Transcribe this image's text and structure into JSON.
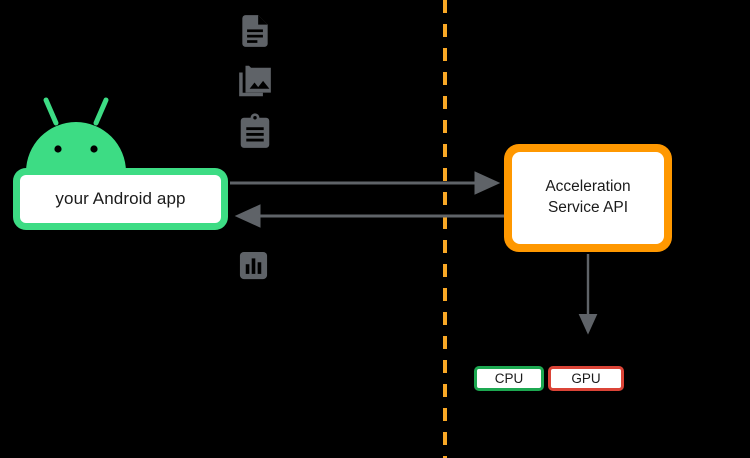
{
  "diagram": {
    "title": "Android app to Acceleration Service API flow",
    "colors": {
      "background": "#000000",
      "android_green": "#3DDC84",
      "api_orange": "#FF9800",
      "divider_orange": "#F9A825",
      "cpu_green": "#1DA851",
      "gpu_red": "#DB4437",
      "arrow_gray": "#5F6368",
      "icon_gray": "#5F6368"
    },
    "app": {
      "label": "your Android app",
      "logo_icon": "android-robot-icon"
    },
    "api": {
      "line1": "Acceleration",
      "line2": "Service API"
    },
    "processors": [
      {
        "label": "CPU",
        "accent": "#1DA851"
      },
      {
        "label": "GPU",
        "accent": "#DB4437"
      }
    ],
    "data_icons": [
      {
        "name": "document-icon"
      },
      {
        "name": "photo-library-icon"
      },
      {
        "name": "clipboard-icon"
      },
      {
        "name": "bar-chart-icon"
      }
    ],
    "arrows": [
      {
        "name": "request-arrow",
        "direction": "right",
        "from": "your Android app",
        "to": "Acceleration Service API"
      },
      {
        "name": "response-arrow",
        "direction": "left",
        "from": "Acceleration Service API",
        "to": "your Android app"
      },
      {
        "name": "dispatch-arrow",
        "direction": "down",
        "from": "Acceleration Service API",
        "to": "CPU / GPU"
      }
    ],
    "divider": {
      "name": "process-boundary-divider",
      "style": "dashed-vertical"
    }
  }
}
